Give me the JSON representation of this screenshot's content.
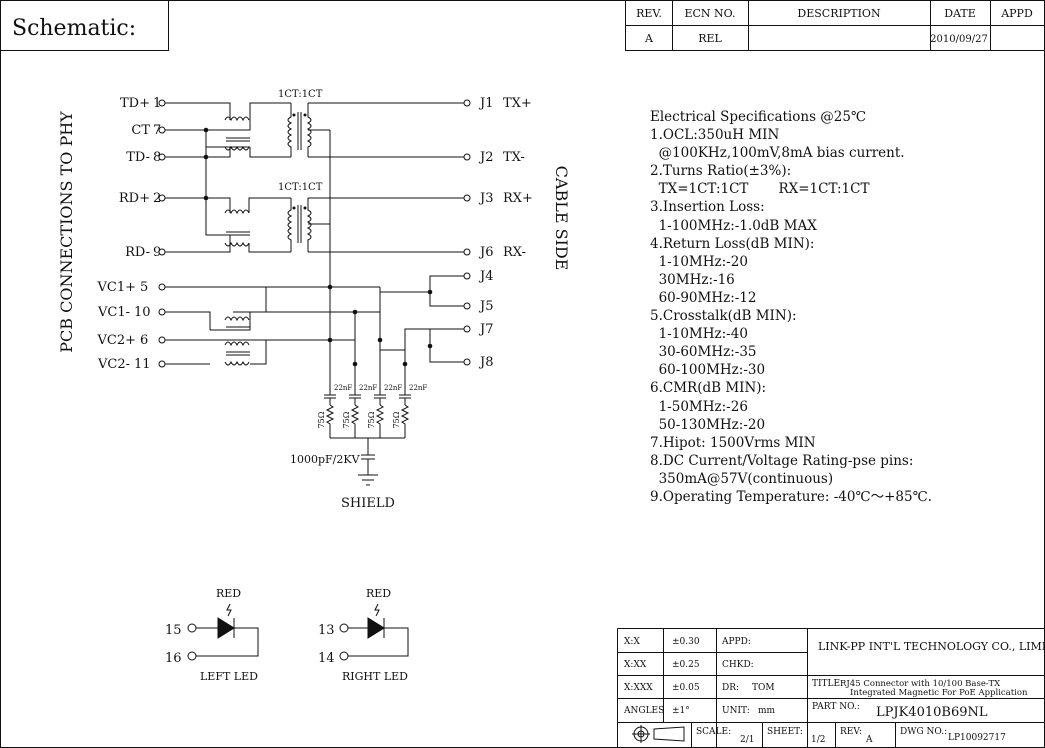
{
  "schematic_label": "Schematic:",
  "revision_table": {
    "headers": [
      "REV.",
      "ECN NO.",
      "DESCRIPTION",
      "DATE",
      "APPD"
    ],
    "row": [
      "A",
      "REL",
      "",
      "2010/09/27",
      ""
    ]
  },
  "side_labels": {
    "left": "PCB CONNECTIONS TO PHY",
    "right": "CABLE SIDE"
  },
  "ratio_labels": [
    "1CT:1CT",
    "1CT:1CT"
  ],
  "left_pins": [
    {
      "name": "TD+",
      "num": "1"
    },
    {
      "name": "CT",
      "num": "7"
    },
    {
      "name": "TD-",
      "num": "8"
    },
    {
      "name": "RD+",
      "num": "2"
    },
    {
      "name": "RD-",
      "num": "9"
    },
    {
      "name": "VC1+",
      "num": "5"
    },
    {
      "name": "VC1-",
      "num": "10"
    },
    {
      "name": "VC2+",
      "num": "6"
    },
    {
      "name": "VC2-",
      "num": "11"
    }
  ],
  "right_pins": [
    {
      "num": "J1",
      "name": "TX+"
    },
    {
      "num": "J2",
      "name": "TX-"
    },
    {
      "num": "J3",
      "name": "RX+"
    },
    {
      "num": "J6",
      "name": "RX-"
    },
    {
      "num": "J4",
      "name": ""
    },
    {
      "num": "J5",
      "name": ""
    },
    {
      "num": "J7",
      "name": ""
    },
    {
      "num": "J8",
      "name": ""
    }
  ],
  "components": {
    "capacitors": [
      "22nF",
      "22nF",
      "22nF",
      "22nF"
    ],
    "resistors": [
      "75Ω",
      "75Ω",
      "75Ω",
      "75Ω"
    ],
    "hv_cap": "1000pF/2KV",
    "shield": "SHIELD"
  },
  "leds": {
    "left": {
      "color": "RED",
      "pin_a": "15",
      "pin_b": "16",
      "label": "LEFT LED"
    },
    "right": {
      "color": "RED",
      "pin_a": "13",
      "pin_b": "14",
      "label": "RIGHT LED"
    }
  },
  "specs": [
    "Electrical Specifications @25℃",
    "1.OCL:350uH MIN",
    "  @100KHz,100mV,8mA bias current.",
    "2.Turns Ratio(±3%):",
    "  TX=1CT:1CT       RX=1CT:1CT",
    "3.Insertion Loss:",
    "  1-100MHz:-1.0dB MAX",
    "4.Return Loss(dB MIN):",
    "  1-10MHz:-20",
    "  30MHz:-16",
    "  60-90MHz:-12",
    "5.Crosstalk(dB MIN):",
    "  1-10MHz:-40",
    "  30-60MHz:-35",
    "  60-100MHz:-30",
    "6.CMR(dB MIN):",
    "  1-50MHz:-26",
    "  50-130MHz:-20",
    "7.Hipot: 1500Vrms MIN",
    "8.DC Current/Voltage Rating-pse pins:",
    "  350mA@57V(continuous)",
    "9.Operating Temperature: -40℃～+85℃."
  ],
  "title_block": {
    "tol": [
      {
        "key": "X:X",
        "val": "±0.30"
      },
      {
        "key": "X:XX",
        "val": "±0.25"
      },
      {
        "key": "X:XXX",
        "val": "±0.05"
      },
      {
        "key": "ANGLES",
        "val": "±1°"
      }
    ],
    "appd": "APPD:",
    "chkd": "CHKD:",
    "dr_label": "DR:",
    "dr_value": "TOM",
    "unit_label": "UNIT:",
    "unit_value": "mm",
    "company": "LINK-PP INT'L TECHNOLOGY CO., LIMITED",
    "title_label": "TITLE:",
    "title_line1": "RJ45 Connector with 10/100 Base-TX",
    "title_line2": "Integrated Magnetic For PoE Application",
    "part_label": "PART NO.:",
    "part_no": "LPJK4010B69NL",
    "scale_label": "SCALE:",
    "scale_value": "2/1",
    "sheet_label": "SHEET:",
    "sheet_value": "1/2",
    "rev_label": "REV:",
    "rev_value": "A",
    "dwg_label": "DWG NO.:",
    "dwg_no": "LP10092717"
  }
}
